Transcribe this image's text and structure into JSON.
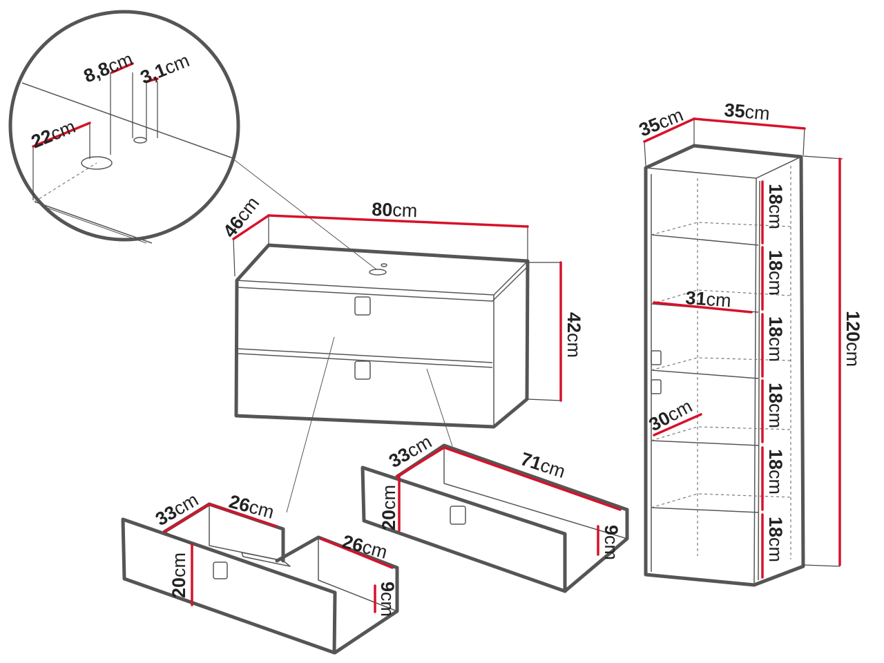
{
  "colors": {
    "outline": "#555555",
    "dimension": "#d8112a",
    "text": "#222222",
    "background": "#ffffff"
  },
  "icons": {
    "handle": "drawer-handle-icon",
    "sink_hole": "sink-hole-icon"
  },
  "unit": "cm",
  "detail": {
    "labels": [
      {
        "id": "detail-height",
        "value": "22"
      },
      {
        "id": "detail-hole",
        "value": "8,8"
      },
      {
        "id": "detail-tap-hole",
        "value": "3,1"
      }
    ]
  },
  "cabinet": {
    "labels": [
      {
        "id": "cabinet-depth",
        "value": "46"
      },
      {
        "id": "cabinet-width",
        "value": "80"
      },
      {
        "id": "cabinet-height",
        "value": "42"
      }
    ]
  },
  "drawer_upper": {
    "labels": [
      {
        "id": "upper-drawer-depth",
        "value": "33"
      },
      {
        "id": "upper-drawer-width",
        "value": "26"
      },
      {
        "id": "upper-drawer-width-2",
        "value": "26"
      },
      {
        "id": "upper-drawer-front-height",
        "value": "20"
      },
      {
        "id": "upper-drawer-inner-height",
        "value": "9"
      }
    ]
  },
  "drawer_lower": {
    "labels": [
      {
        "id": "lower-drawer-depth",
        "value": "33"
      },
      {
        "id": "lower-drawer-width",
        "value": "71"
      },
      {
        "id": "lower-drawer-front-height",
        "value": "20"
      },
      {
        "id": "lower-drawer-inner-height",
        "value": "9"
      }
    ]
  },
  "column": {
    "labels": [
      {
        "id": "column-depth",
        "value": "35"
      },
      {
        "id": "column-width",
        "value": "35"
      },
      {
        "id": "column-height",
        "value": "120"
      },
      {
        "id": "shelf-width",
        "value": "31"
      },
      {
        "id": "shelf-depth",
        "value": "30"
      }
    ],
    "shelf_gaps": [
      "18",
      "18",
      "18",
      "18",
      "18",
      "18"
    ]
  }
}
